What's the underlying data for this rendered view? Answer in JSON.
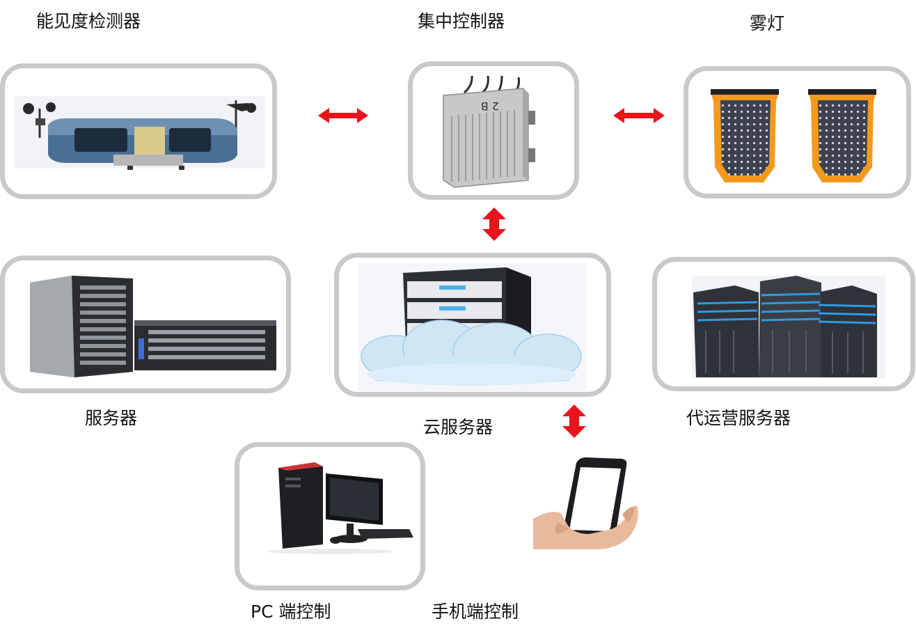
{
  "labels": {
    "visibility_detector": "能见度检测器",
    "central_controller": "集中控制器",
    "fog_light": "雾灯",
    "server": "服务器",
    "cloud_server": "云服务器",
    "proxy_server": "代运营服务器",
    "pc_control": "PC 端控制",
    "mobile_control": "手机端控制"
  },
  "controller_tag": "2 B",
  "colors": {
    "arrow": "#e8141c",
    "frame_border": "#c9c9c9",
    "fog_light_housing": "#f39a1c",
    "device_blue": "#4a6f94"
  },
  "icons": {
    "visibility_detector": "visibility-sensor-icon",
    "central_controller": "controller-box-icon",
    "fog_light": "fog-light-icon",
    "server": "server-rack-icon",
    "cloud_server": "cloud-server-icon",
    "proxy_server": "datacenter-icon",
    "pc_control": "desktop-pc-icon",
    "mobile_control": "smartphone-hand-icon"
  }
}
